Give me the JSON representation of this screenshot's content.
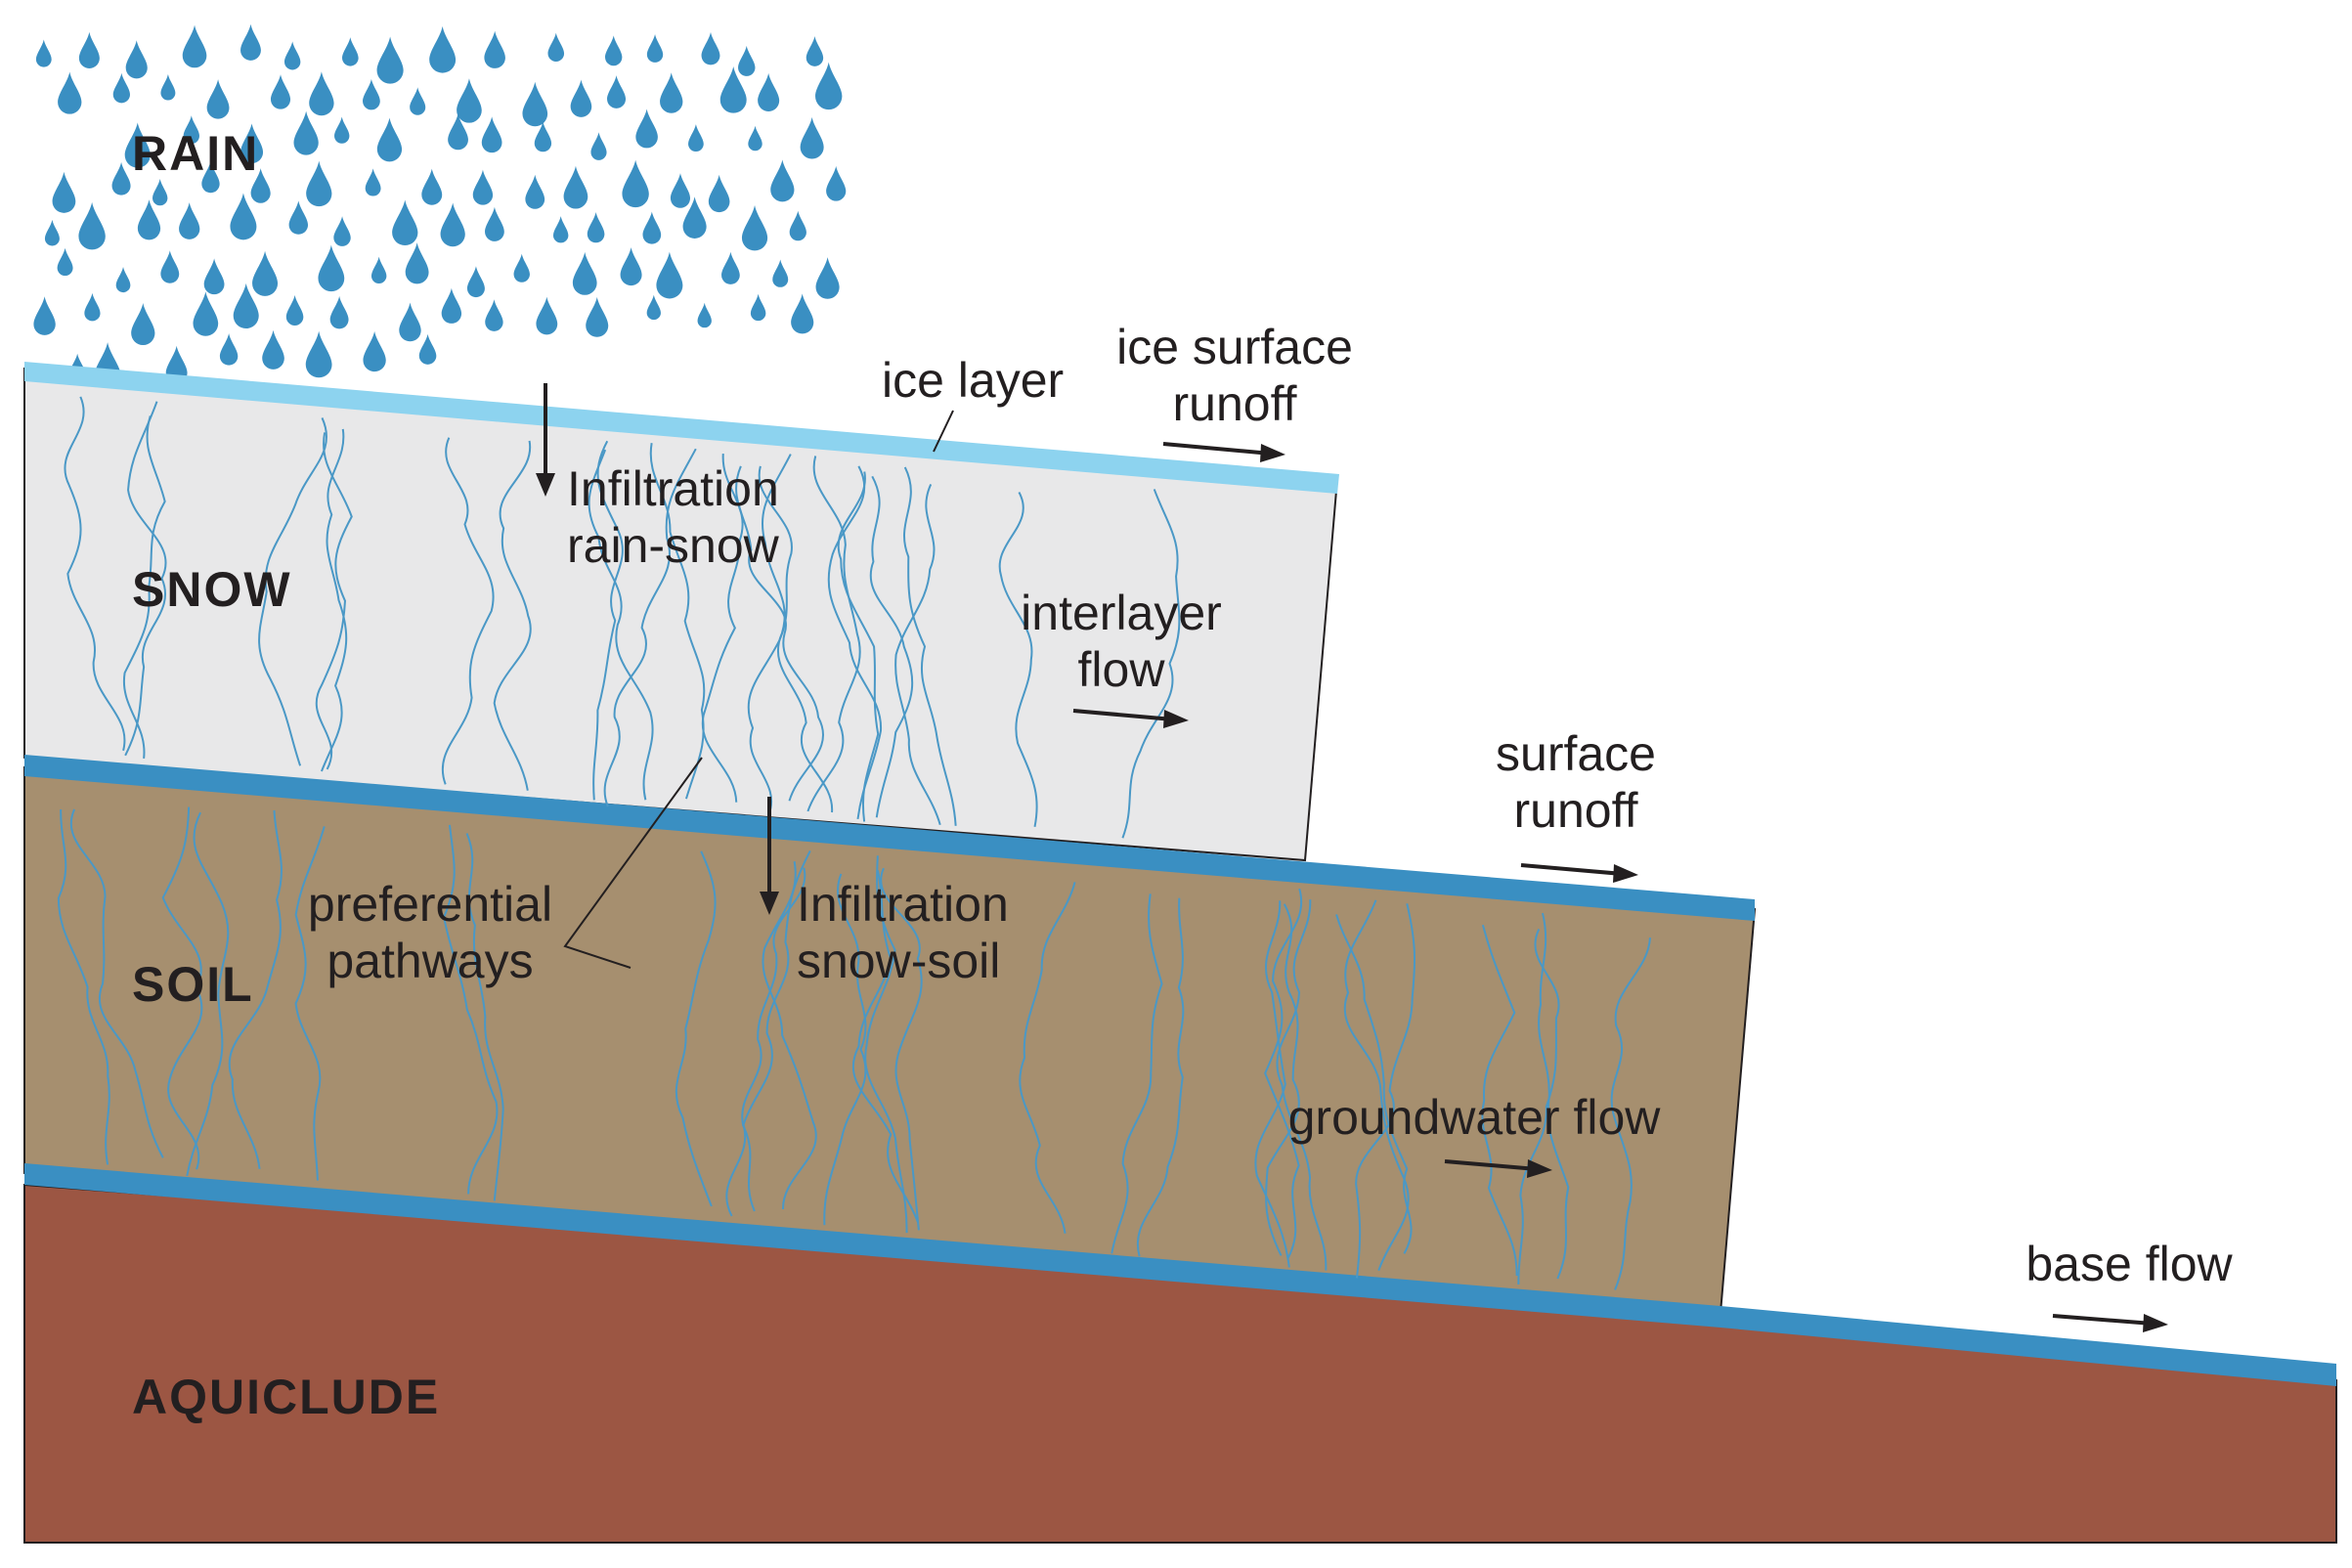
{
  "layers": {
    "rain": "RAIN",
    "snow": "SNOW",
    "soil": "SOIL",
    "aquiclude": "AQUICLUDE"
  },
  "labels": {
    "ice_layer": "ice layer",
    "ice_surface_runoff_1": "ice surface",
    "ice_surface_runoff_2": "runoff",
    "infiltration_rain_snow_1": "Infiltration",
    "infiltration_rain_snow_2": "rain-snow",
    "interlayer_flow_1": "interlayer",
    "interlayer_flow_2": "flow",
    "surface_runoff_1": "surface",
    "surface_runoff_2": "runoff",
    "preferential_pathways_1": "preferential",
    "preferential_pathways_2": "pathways",
    "infiltration_snow_soil_1": "Infiltration",
    "infiltration_snow_soil_2": "snow-soil",
    "groundwater_flow": "groundwater flow",
    "base_flow": "base flow"
  },
  "colors": {
    "rain_drop": "#3a8fc2",
    "ice_layer": "#8dd3ef",
    "snow": "#e8e8e9",
    "water_film": "#3a8fc2",
    "soil": "#a68f6f",
    "aquiclude": "#9c5643",
    "flow_paths": "#4a98c6",
    "outline": "#231f20"
  }
}
